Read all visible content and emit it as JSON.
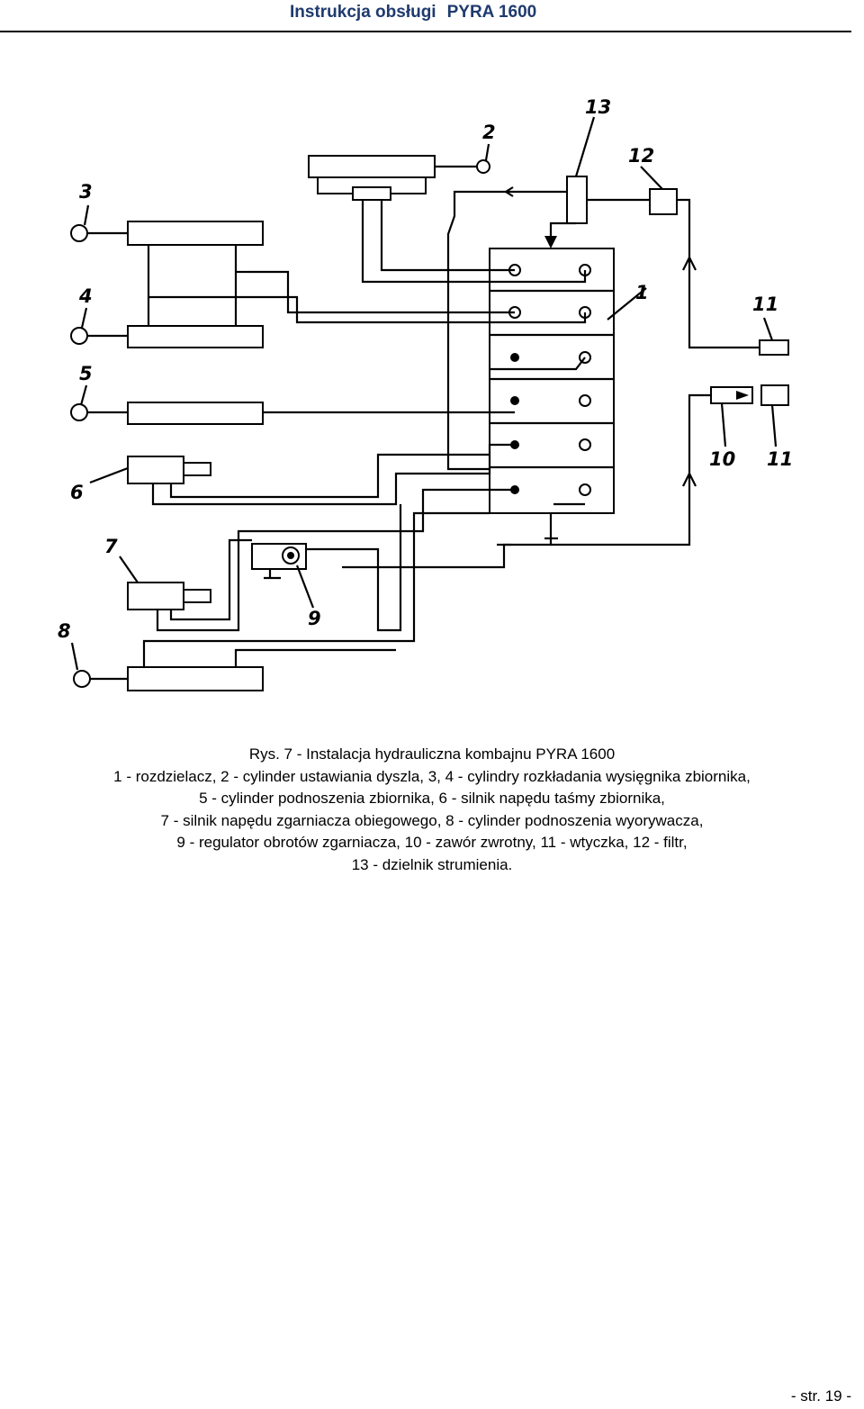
{
  "header": {
    "left": "Instrukcja obsługi",
    "right": "PYRA 1600"
  },
  "diagram": {
    "labels": [
      "1",
      "2",
      "3",
      "4",
      "5",
      "6",
      "7",
      "8",
      "9",
      "10",
      "11",
      "11",
      "12",
      "13"
    ]
  },
  "caption": {
    "lines": [
      "Rys. 7 - Instalacja hydrauliczna kombajnu PYRA 1600",
      "1 - rozdzielacz, 2 - cylinder ustawiania dyszla, 3, 4 - cylindry rozkładania wysięgnika zbiornika,",
      "5 - cylinder podnoszenia zbiornika, 6 - silnik napędu taśmy zbiornika,",
      "7 - silnik napędu zgarniacza obiegowego, 8 - cylinder podnoszenia wyorywacza,",
      "9 - regulator obrotów zgarniacza, 10 - zawór zwrotny, 11 - wtyczka, 12 - filtr,",
      "13 - dzielnik strumienia."
    ]
  },
  "footer": {
    "page": "- str. 19 -"
  }
}
